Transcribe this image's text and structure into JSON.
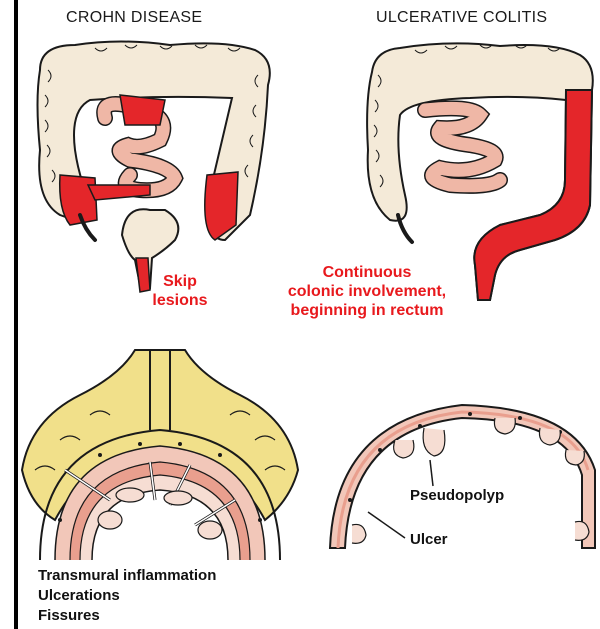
{
  "headings": {
    "left": "CROHN DISEASE",
    "right": "ULCERATIVE COLITIS"
  },
  "labels": {
    "skip": [
      "Skip",
      "lesions"
    ],
    "continuous": [
      "Continuous",
      "colonic involvement,",
      "beginning in rectum"
    ],
    "pseudopolyp": "Pseudopolyp",
    "ulcer": "Ulcer",
    "crohn_features": [
      "Transmural inflammation",
      "Ulcerations",
      "Fissures"
    ]
  },
  "colors": {
    "colon": "#f4ead8",
    "small_bowel": "#efb7a6",
    "inflamed": "#e4262a",
    "fat": "#f1e08a",
    "outline": "#1a1a1a"
  },
  "icons": {
    "colon": "colon-illustration",
    "cross_section": "bowel-wall-cross-section"
  }
}
